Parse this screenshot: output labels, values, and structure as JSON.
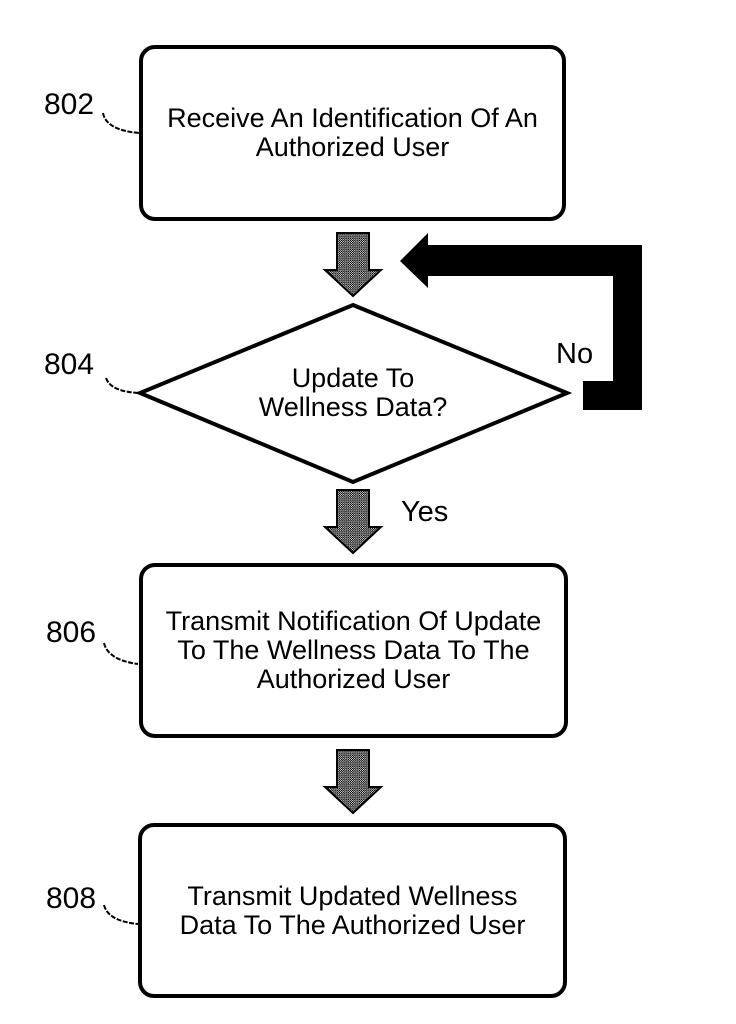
{
  "figure": {
    "background": "#ffffff",
    "ink_color": "#000000",
    "nodes": [
      {
        "ref": "802",
        "type": "process",
        "lines": [
          "Receive An Identification Of An",
          "Authorized User"
        ]
      },
      {
        "ref": "804",
        "type": "decision",
        "lines": [
          "Update To",
          "Wellness Data?"
        ]
      },
      {
        "ref": "806",
        "type": "process",
        "lines": [
          "Transmit Notification Of Update",
          "To The Wellness Data To The",
          "Authorized User"
        ]
      },
      {
        "ref": "808",
        "type": "process",
        "lines": [
          "Transmit Updated Wellness",
          "Data To The Authorized User"
        ]
      }
    ],
    "branch_labels": {
      "no": "No",
      "yes": "Yes"
    }
  }
}
